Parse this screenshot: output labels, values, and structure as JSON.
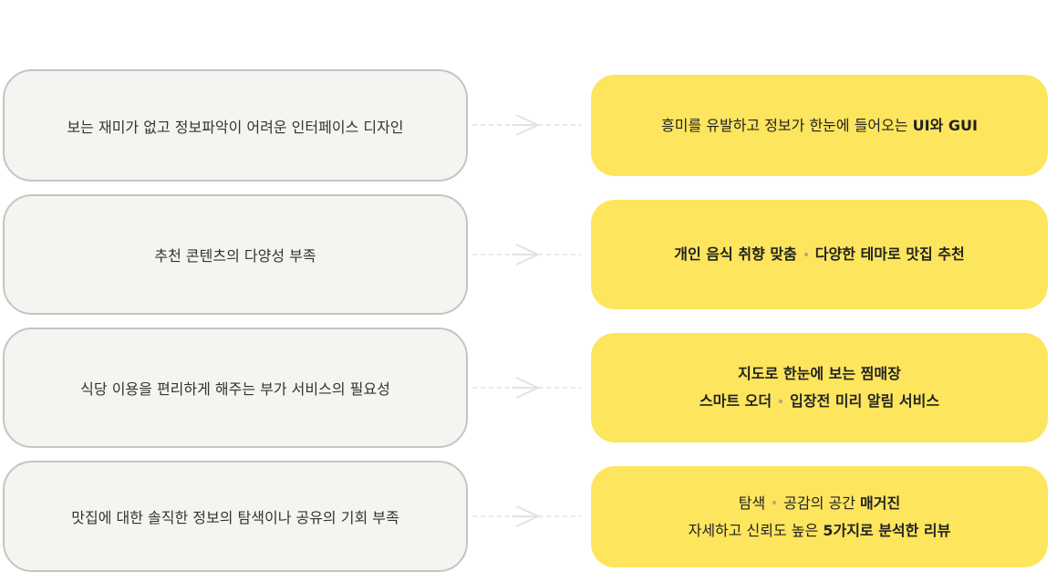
{
  "rows": [
    {
      "problem": "보는 재미가 없고 정보파악이 어려운 인터페이스 디자인",
      "solution": {
        "lines": [
          {
            "a": "흥미를 유발하고 정보가 한눈에 들어오는 ",
            "b": "UI와 GUI"
          }
        ]
      }
    },
    {
      "problem": "추천 콘텐츠의 다양성 부족",
      "solution": {
        "lines": [
          {
            "b": "개인 음식 취향 맞춤",
            "c": "다양한 테마로 맛집 추천"
          }
        ]
      }
    },
    {
      "problem": "식당 이용을 편리하게 해주는 부가 서비스의 필요성",
      "solution": {
        "lines": [
          {
            "b": "지도로 한눈에 보는 찜매장"
          },
          {
            "b": "스마트 오더",
            "c": "입장전 미리 알림 서비스"
          }
        ]
      }
    },
    {
      "problem": "맛집에 대한 솔직한 정보의 탐색이나 공유의 기회 부족",
      "solution": {
        "lines": [
          {
            "a": "탐색",
            "c": "공감의 공간 ",
            "d": "매거진"
          },
          {
            "a": "자세하고 신뢰도 높은 ",
            "b": "5가지로 분석한 리뷰"
          }
        ]
      }
    }
  ]
}
